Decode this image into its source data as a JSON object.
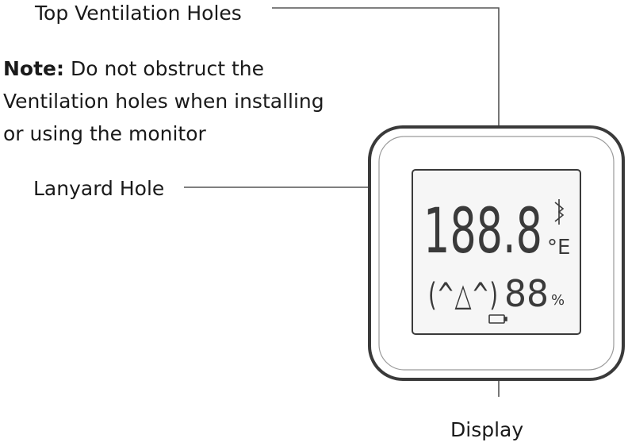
{
  "labels": {
    "top_vents": "Top Ventilation Holes",
    "lanyard": "Lanyard Hole",
    "display": "Display"
  },
  "note": {
    "prefix": "Note:",
    "text": " Do not obstruct the Ventilation holes when installing or using the monitor"
  },
  "lcd": {
    "main_digits": "188.8",
    "temp_unit": "°E",
    "face": "(^△^)",
    "humidity_digits": "88",
    "humidity_unit": "%"
  },
  "icons": {
    "bluetooth": "bluetooth-icon",
    "battery": "battery-icon"
  },
  "colors": {
    "outline": "#3a3a3a",
    "leader": "#555555",
    "lcd_bg": "#f6f6f6"
  }
}
